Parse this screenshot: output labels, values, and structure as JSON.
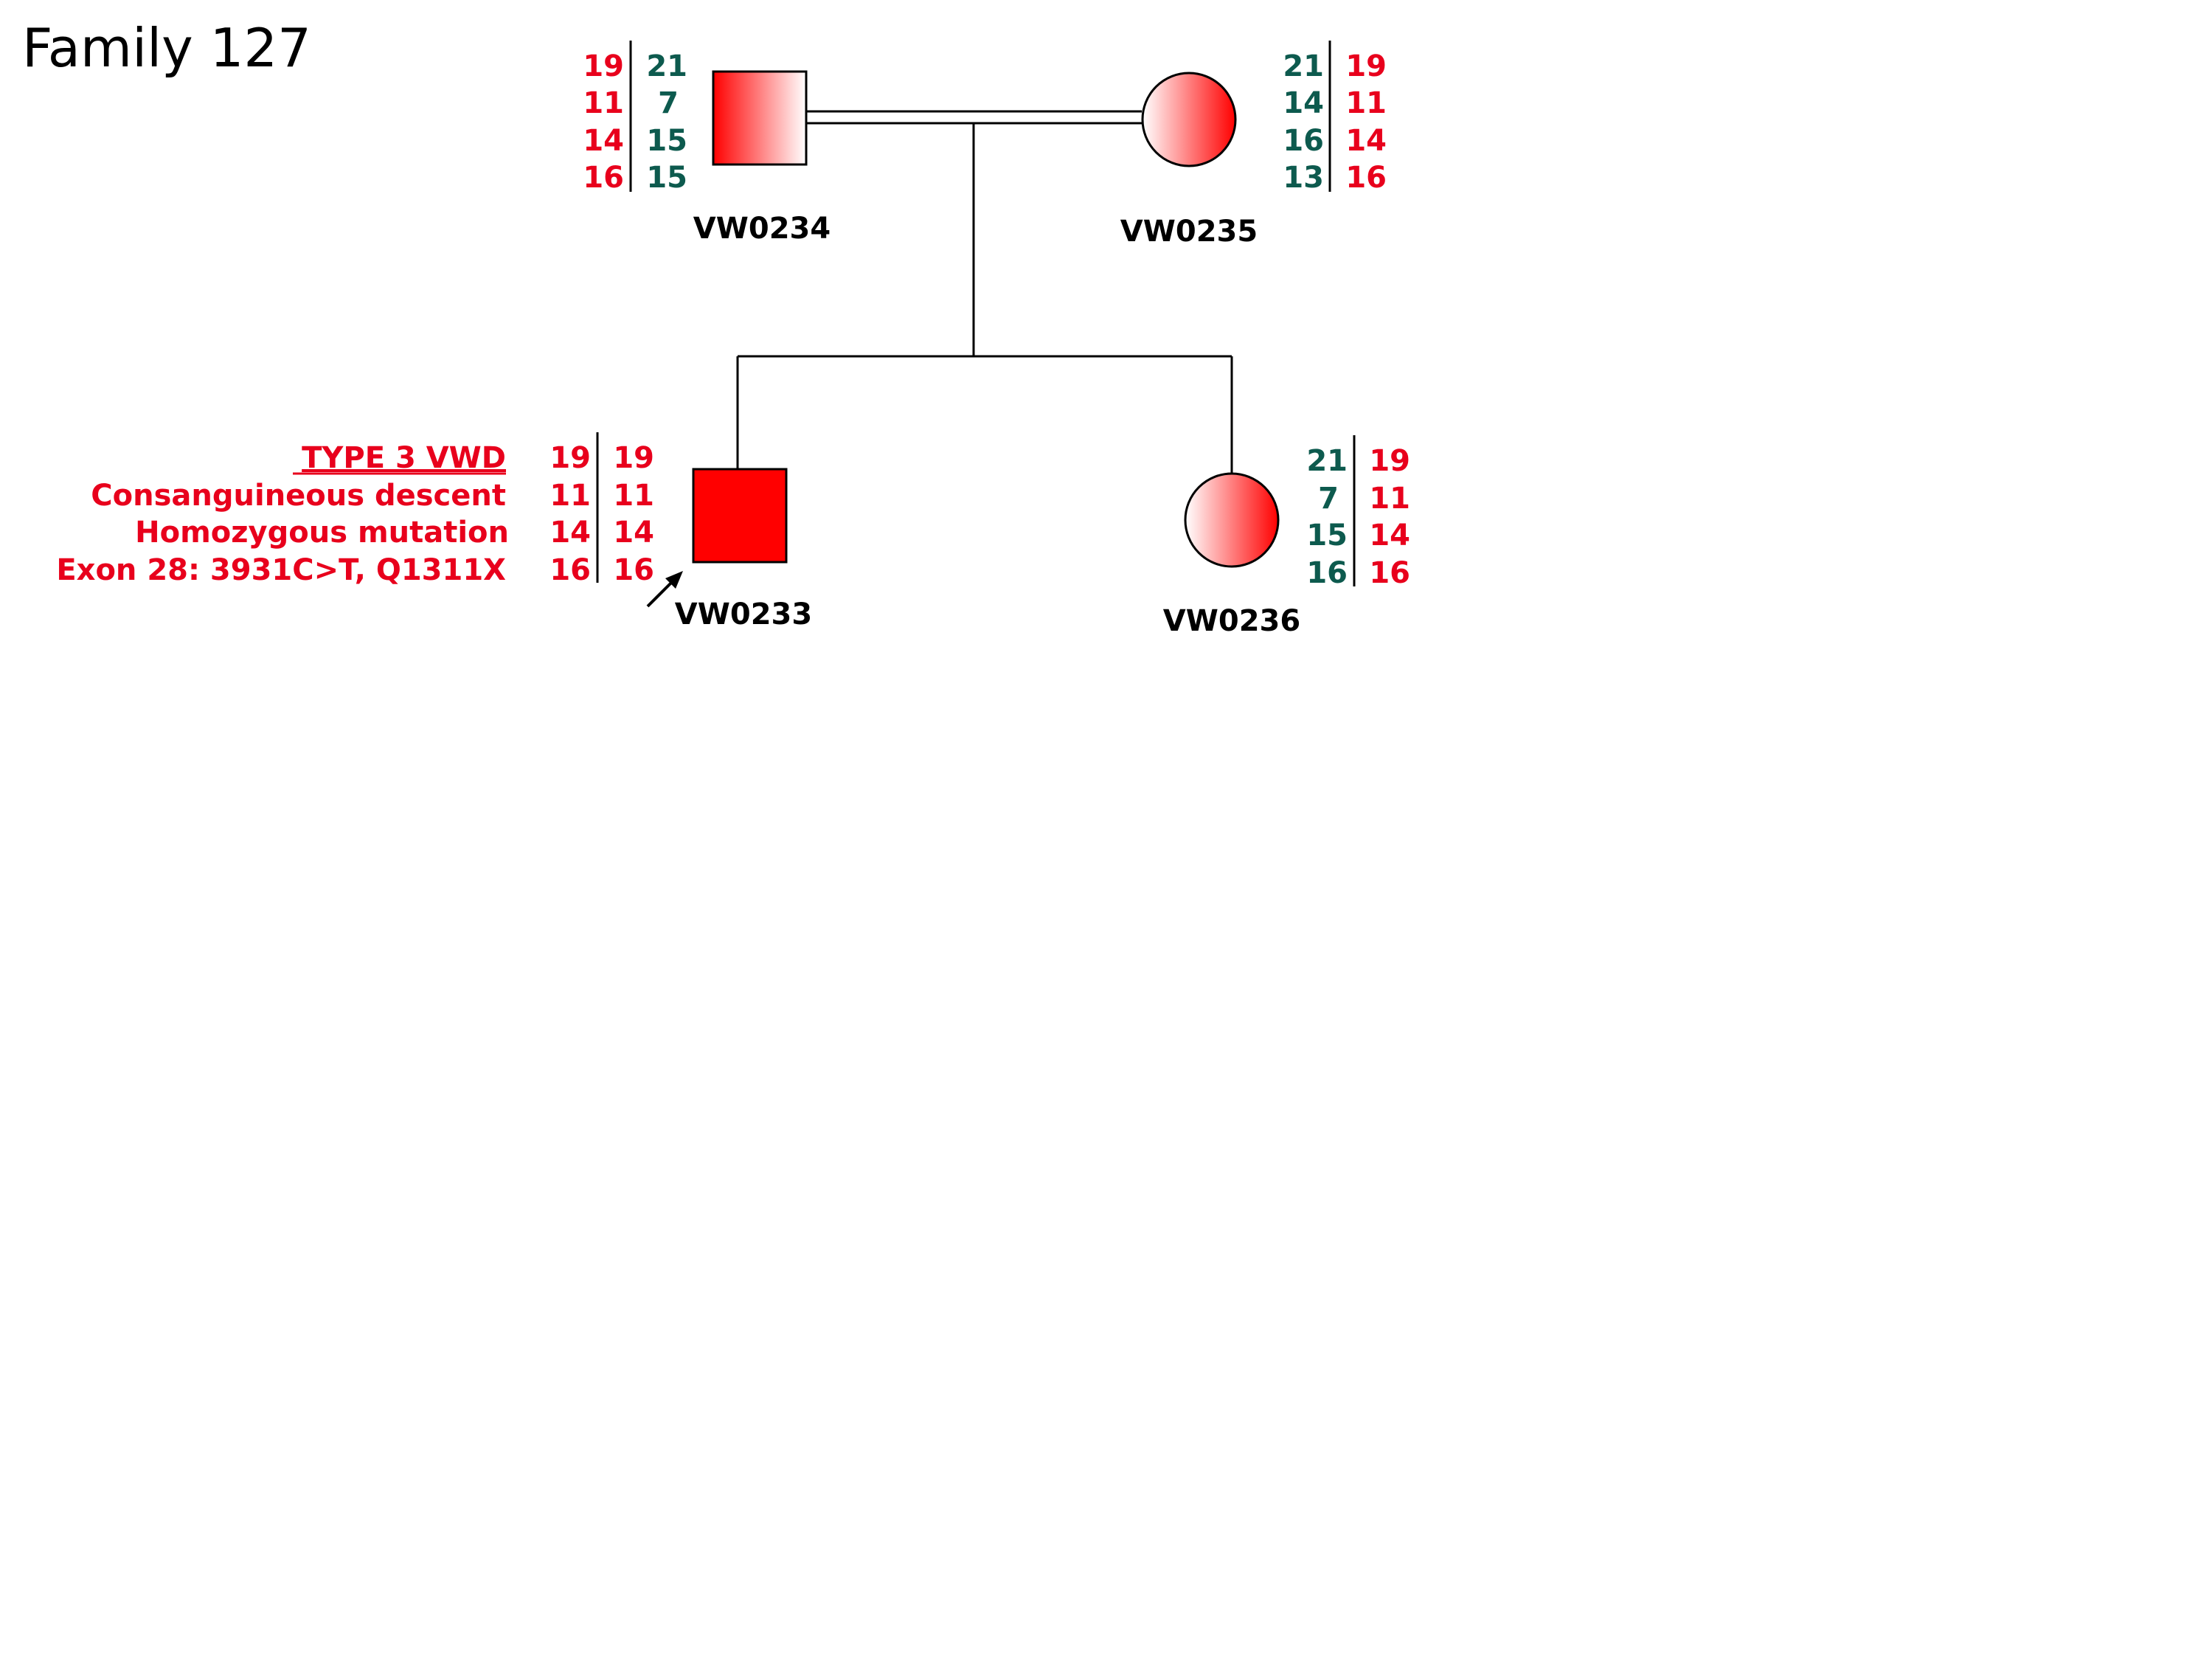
{
  "title": "Family 127",
  "colors": {
    "affected": "#ff0000",
    "carrier_fill": "#ff0000",
    "red_allele": "#e8001c",
    "green_allele": "#0d5a4e",
    "line": "#000000"
  },
  "individuals": {
    "father": {
      "id": "VW0234",
      "sex": "male",
      "status": "carrier",
      "haplotypes": {
        "left": [
          "19",
          "11",
          "14",
          "16"
        ],
        "right": [
          "21",
          "7",
          "15",
          "15"
        ],
        "left_color": "red",
        "right_color": "green"
      }
    },
    "mother": {
      "id": "VW0235",
      "sex": "female",
      "status": "carrier",
      "haplotypes": {
        "left": [
          "21",
          "14",
          "16",
          "13"
        ],
        "right": [
          "19",
          "11",
          "14",
          "16"
        ],
        "left_color": "green",
        "right_color": "red"
      }
    },
    "proband": {
      "id": "VW0233",
      "sex": "male",
      "status": "affected",
      "haplotypes": {
        "left": [
          "19",
          "11",
          "14",
          "16"
        ],
        "right": [
          "19",
          "11",
          "14",
          "16"
        ],
        "left_color": "red",
        "right_color": "red"
      }
    },
    "daughter": {
      "id": "VW0236",
      "sex": "female",
      "status": "carrier",
      "haplotypes": {
        "left": [
          "21",
          "7",
          "15",
          "16"
        ],
        "right": [
          "19",
          "11",
          "14",
          "16"
        ],
        "left_color": "green",
        "right_color": "red"
      }
    }
  },
  "proband_notes": [
    "TYPE 3 VWD",
    "Consanguineous descent",
    "Homozygous mutation",
    "Exon 28: 3931C>T, Q1311X"
  ]
}
